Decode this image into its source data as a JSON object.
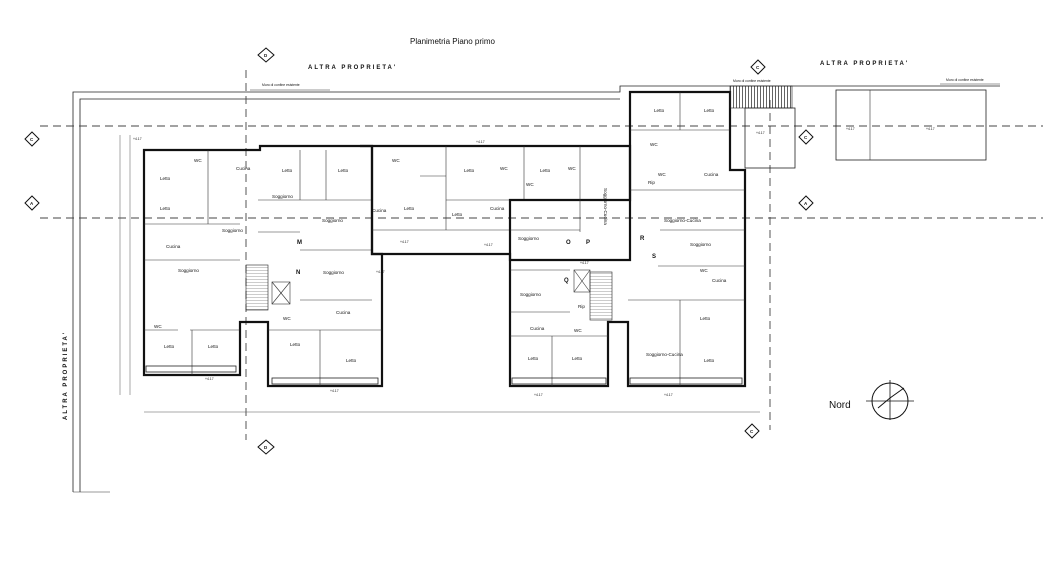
{
  "title": "Planimetria Piano primo",
  "altra_proprieta": "ALTRA PROPRIETA'",
  "muro_label": "Muro di confine esistente",
  "nord": "Nord",
  "section_markers": [
    "D",
    "C",
    "A"
  ],
  "rooms": {
    "letto": "Letto",
    "cucina": "Cucina",
    "wc": "WC",
    "soggiorno": "Soggiorno",
    "soggiorno_cucina": "Soggiorno-Cucina",
    "rip": "Rip"
  },
  "letters": [
    "M",
    "N",
    "O",
    "P",
    "Q",
    "R",
    "S"
  ],
  "elevation": "+4.17"
}
